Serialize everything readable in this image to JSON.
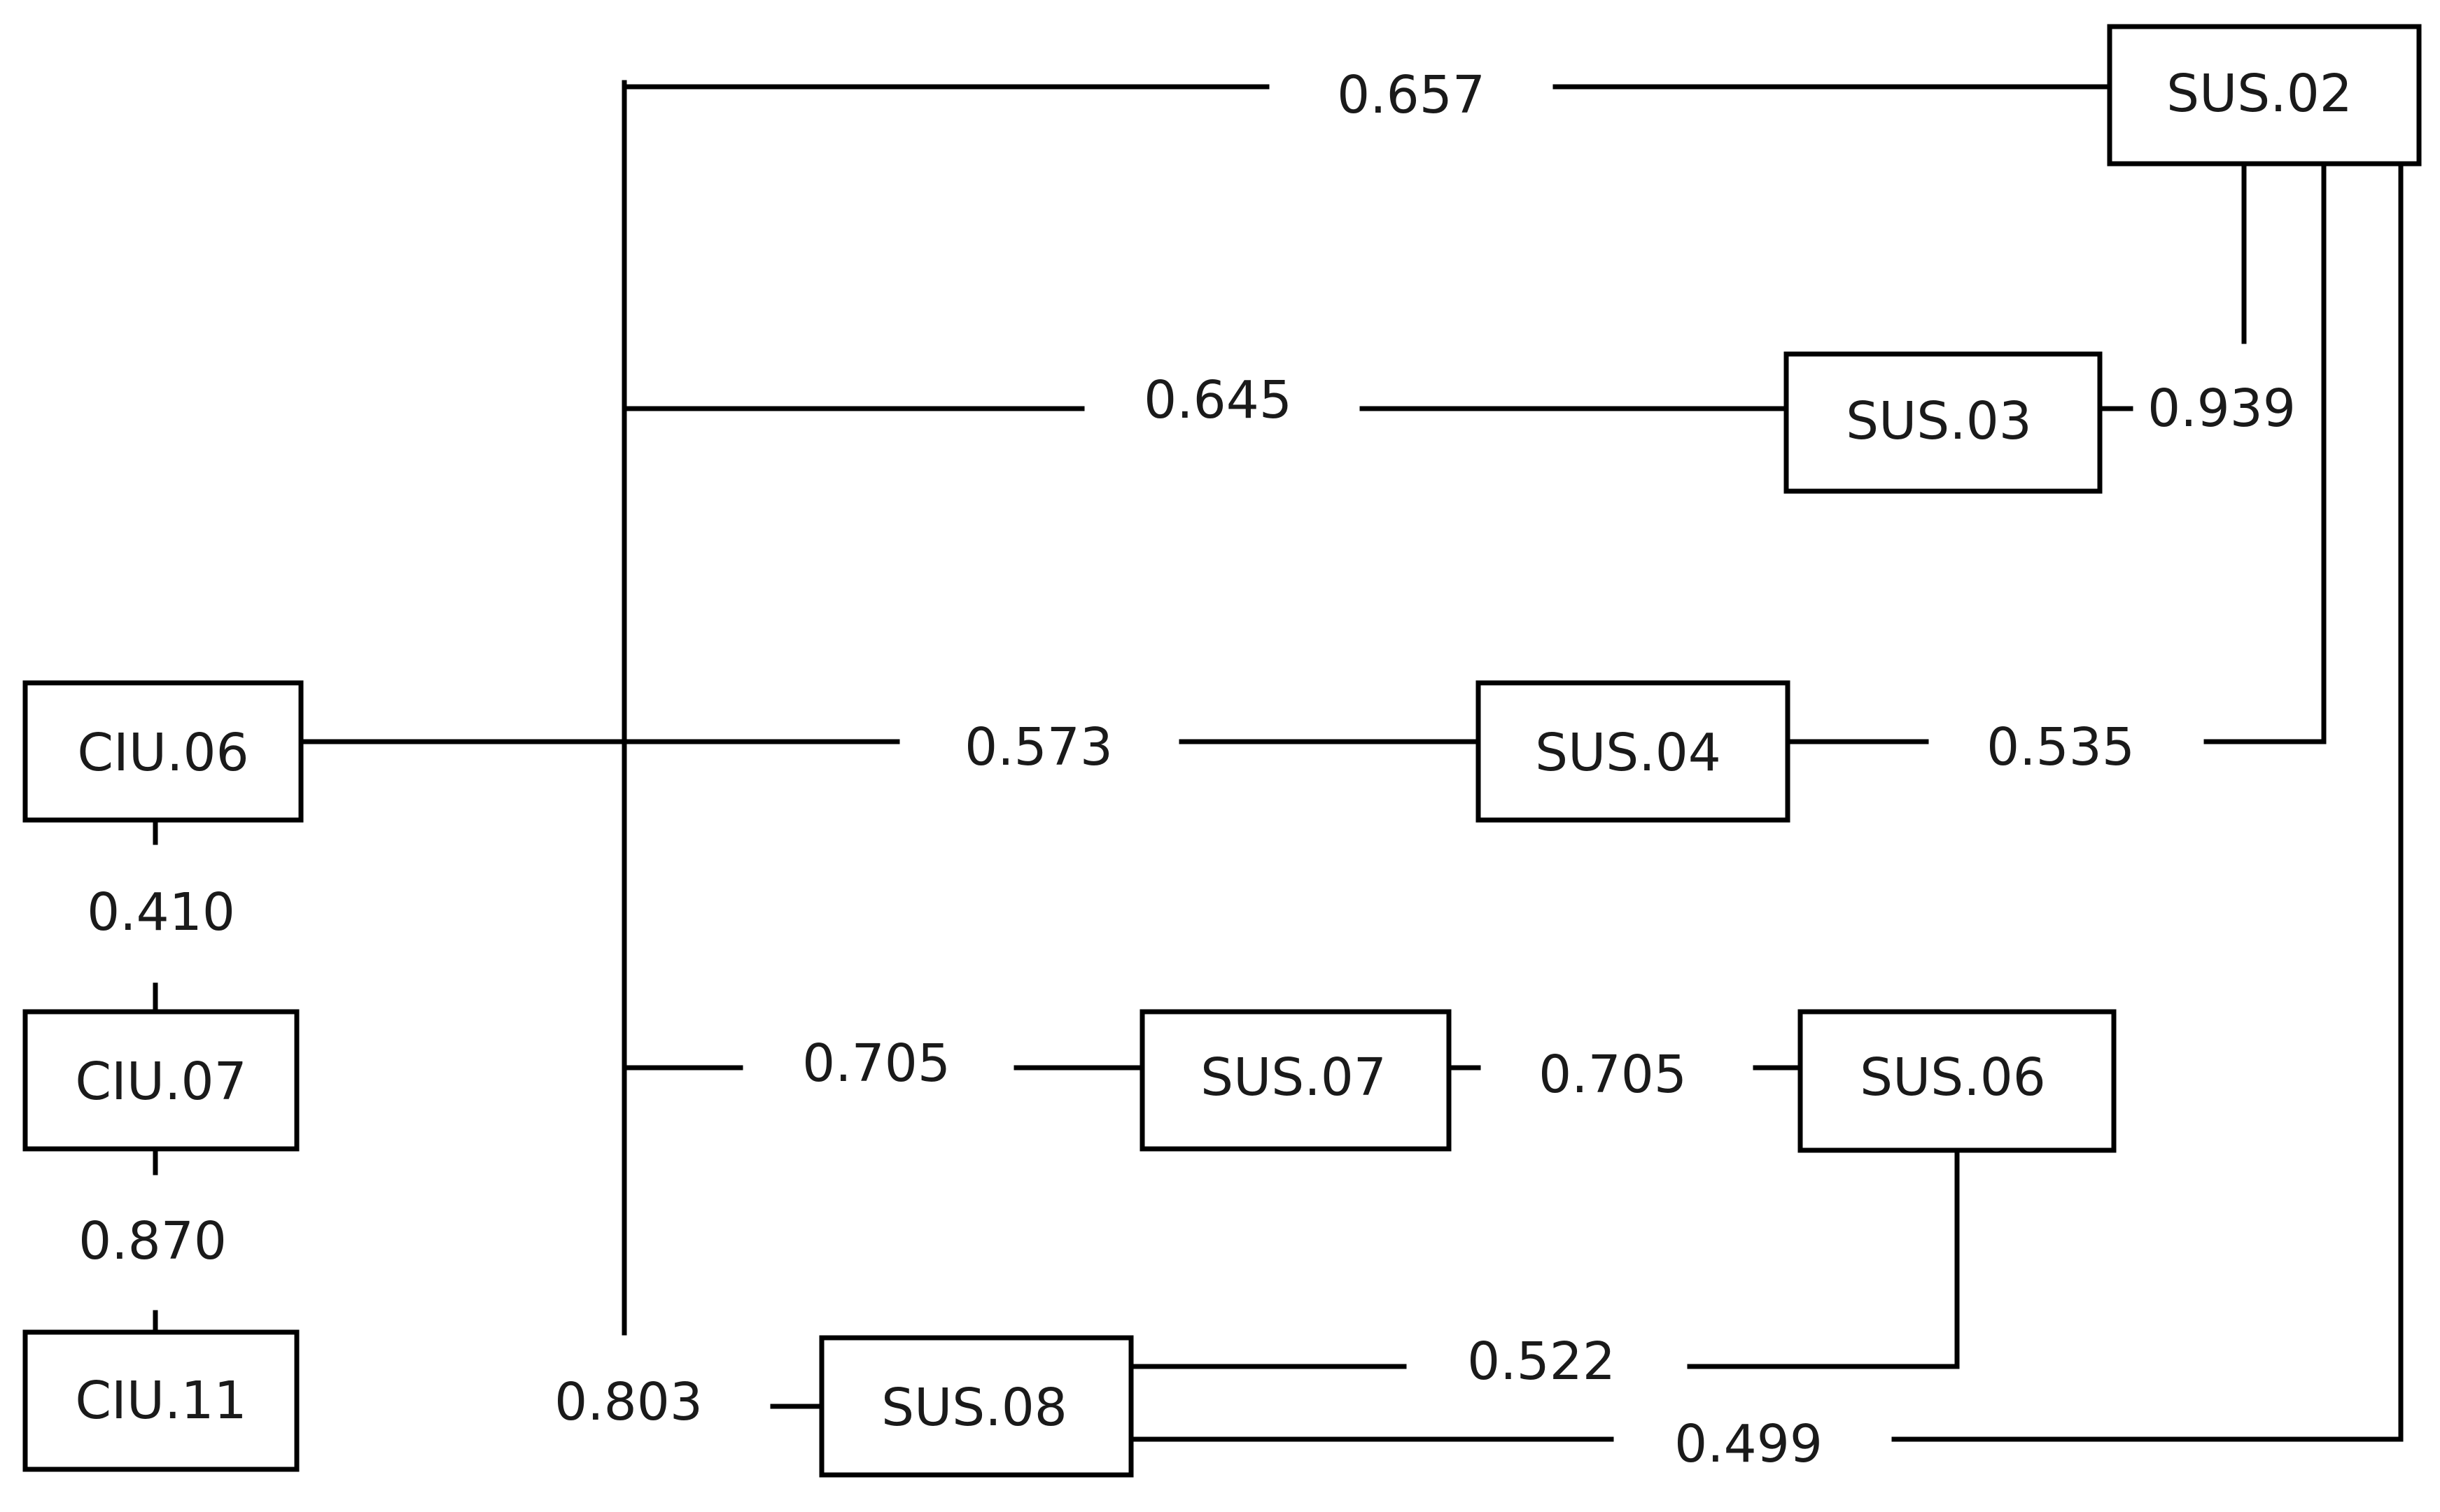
{
  "nodes": {
    "ciu06": "CIU.06",
    "ciu07": "CIU.07",
    "ciu11": "CIU.11",
    "sus02": "SUS.02",
    "sus03": "SUS.03",
    "sus04": "SUS.04",
    "sus06": "SUS.06",
    "sus07": "SUS.07",
    "sus08": "SUS.08"
  },
  "edges": {
    "hub_sus02": "0.657",
    "hub_sus03": "0.645",
    "ciu06_sus04": "0.573",
    "hub_sus07": "0.705",
    "sus07_sus06": "0.705",
    "hub_sus08": "0.803",
    "sus02_sus03": "0.939",
    "sus04_sus02": "0.535",
    "sus08_sus06": "0.522",
    "sus08_sus02": "0.499",
    "ciu06_ciu07": "0.410",
    "ciu07_ciu11": "0.870"
  }
}
